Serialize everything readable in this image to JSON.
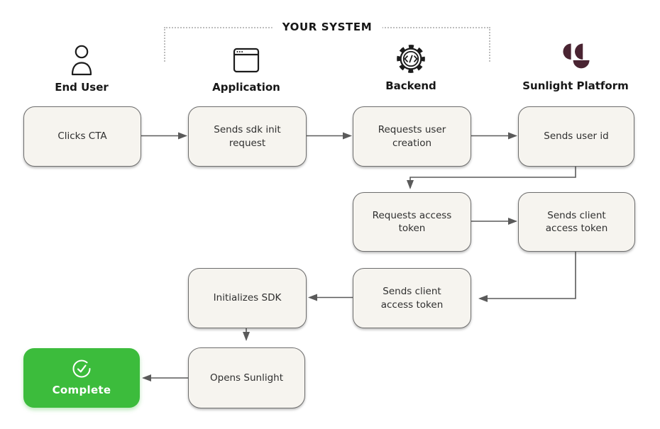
{
  "bracket": {
    "label": "YOUR SYSTEM"
  },
  "actors": [
    {
      "name": "End User",
      "icon": "person-icon"
    },
    {
      "name": "Application",
      "icon": "browser-window-icon"
    },
    {
      "name": "Backend",
      "icon": "gear-code-icon"
    },
    {
      "name": "Sunlight Platform",
      "icon": "sunlight-logo-icon"
    }
  ],
  "nodes": [
    {
      "id": "clicks-cta",
      "actor": "End User",
      "label": "Clicks CTA"
    },
    {
      "id": "sends-sdk-init-request",
      "actor": "Application",
      "label": "Sends sdk init request"
    },
    {
      "id": "requests-user-creation",
      "actor": "Backend",
      "label": "Requests user creation"
    },
    {
      "id": "sends-user-id",
      "actor": "Sunlight Platform",
      "label": "Sends user id"
    },
    {
      "id": "requests-access-token",
      "actor": "Backend",
      "label": "Requests access token"
    },
    {
      "id": "sends-client-access-token-platform",
      "actor": "Sunlight Platform",
      "label": "Sends client access token"
    },
    {
      "id": "initializes-sdk",
      "actor": "Application",
      "label": "Initializes SDK"
    },
    {
      "id": "sends-client-access-token-backend",
      "actor": "Backend",
      "label": "Sends client access token"
    },
    {
      "id": "opens-sunlight",
      "actor": "Application",
      "label": "Opens Sunlight"
    },
    {
      "id": "complete",
      "actor": "End User",
      "label": "Complete",
      "status": "success",
      "icon": "check-circle-icon"
    }
  ],
  "edges": [
    {
      "from": "clicks-cta",
      "to": "sends-sdk-init-request"
    },
    {
      "from": "sends-sdk-init-request",
      "to": "requests-user-creation"
    },
    {
      "from": "requests-user-creation",
      "to": "sends-user-id"
    },
    {
      "from": "sends-user-id",
      "to": "requests-access-token"
    },
    {
      "from": "requests-access-token",
      "to": "sends-client-access-token-platform"
    },
    {
      "from": "sends-client-access-token-platform",
      "to": "sends-client-access-token-backend"
    },
    {
      "from": "sends-client-access-token-backend",
      "to": "initializes-sdk"
    },
    {
      "from": "initializes-sdk",
      "to": "opens-sunlight"
    },
    {
      "from": "opens-sunlight",
      "to": "complete"
    }
  ],
  "colors": {
    "background": "#ffffff",
    "node_fill": "#f6f4ef",
    "node_border": "#6e6e6e",
    "node_text": "#2f2f2f",
    "arrow": "#5a5a5a",
    "success_green": "#3cbc3c",
    "success_text": "#ffffff",
    "logo_maroon": "#4a2432",
    "bracket_dotted": "#bdbdbd",
    "heading_text": "#171717"
  }
}
